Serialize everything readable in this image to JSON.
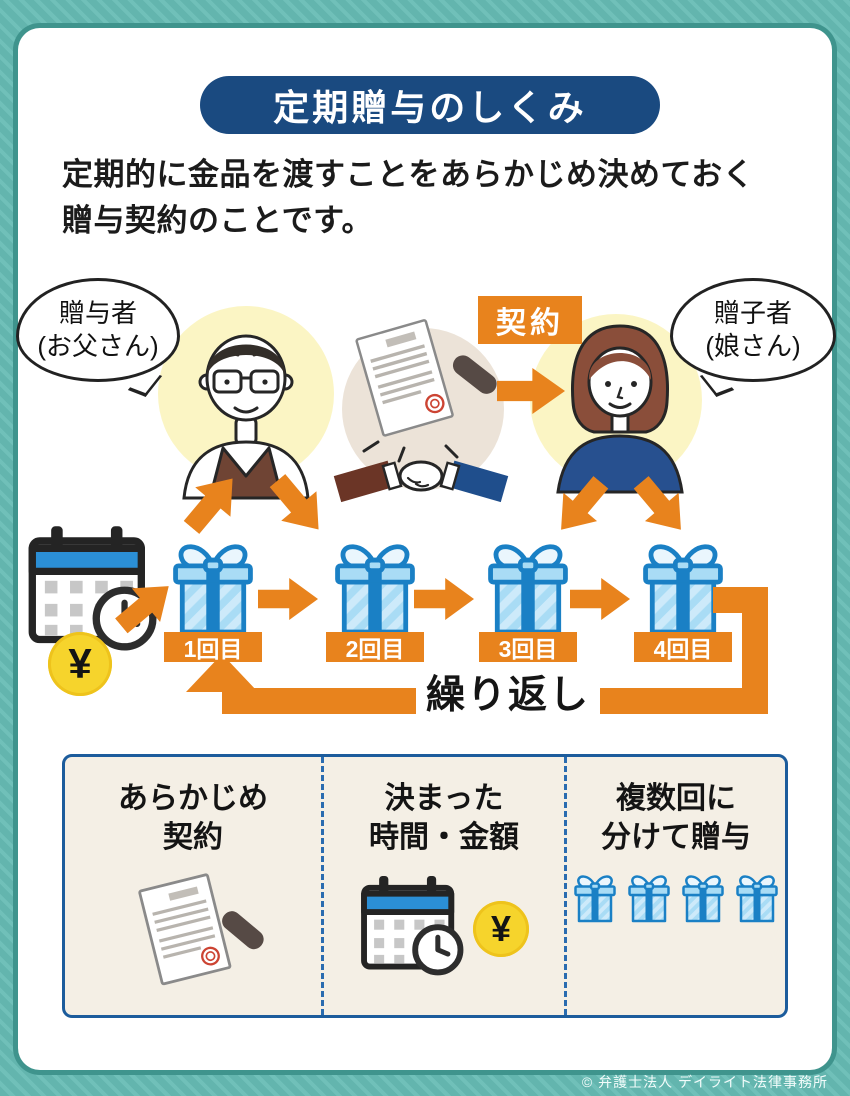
{
  "title": "定期贈与のしくみ",
  "lead": {
    "line1": "定期的に金品を渡すことをあらかじめ決めておく",
    "line2": "贈与契約のことです。"
  },
  "scene": {
    "giver_bubble": {
      "line1": "贈与者",
      "line2": "(お父さん)"
    },
    "receiver_bubble": {
      "line1": "贈子者",
      "line2": "(娘さん)"
    },
    "contract_badge": "契約",
    "gift_labels": [
      "1回目",
      "2回目",
      "3回目",
      "4回目"
    ],
    "repeat_label": "繰り返し",
    "yen": "¥"
  },
  "summary": {
    "items": [
      {
        "line1": "あらかじめ",
        "line2": "契約"
      },
      {
        "line1": "決まった",
        "line2": "時間・金額"
      },
      {
        "line1": "複数回に",
        "line2": "分けて贈与"
      }
    ],
    "yen": "¥"
  },
  "footer": {
    "copyright": "© 弁護士法人 デイライト法律事務所"
  },
  "colors": {
    "accent_orange": "#e8831d",
    "title_navy": "#1a4a80",
    "frame_teal": "#63b5ae",
    "gift_blue": "#1a80c5",
    "coin_yellow": "#f6d42c"
  }
}
